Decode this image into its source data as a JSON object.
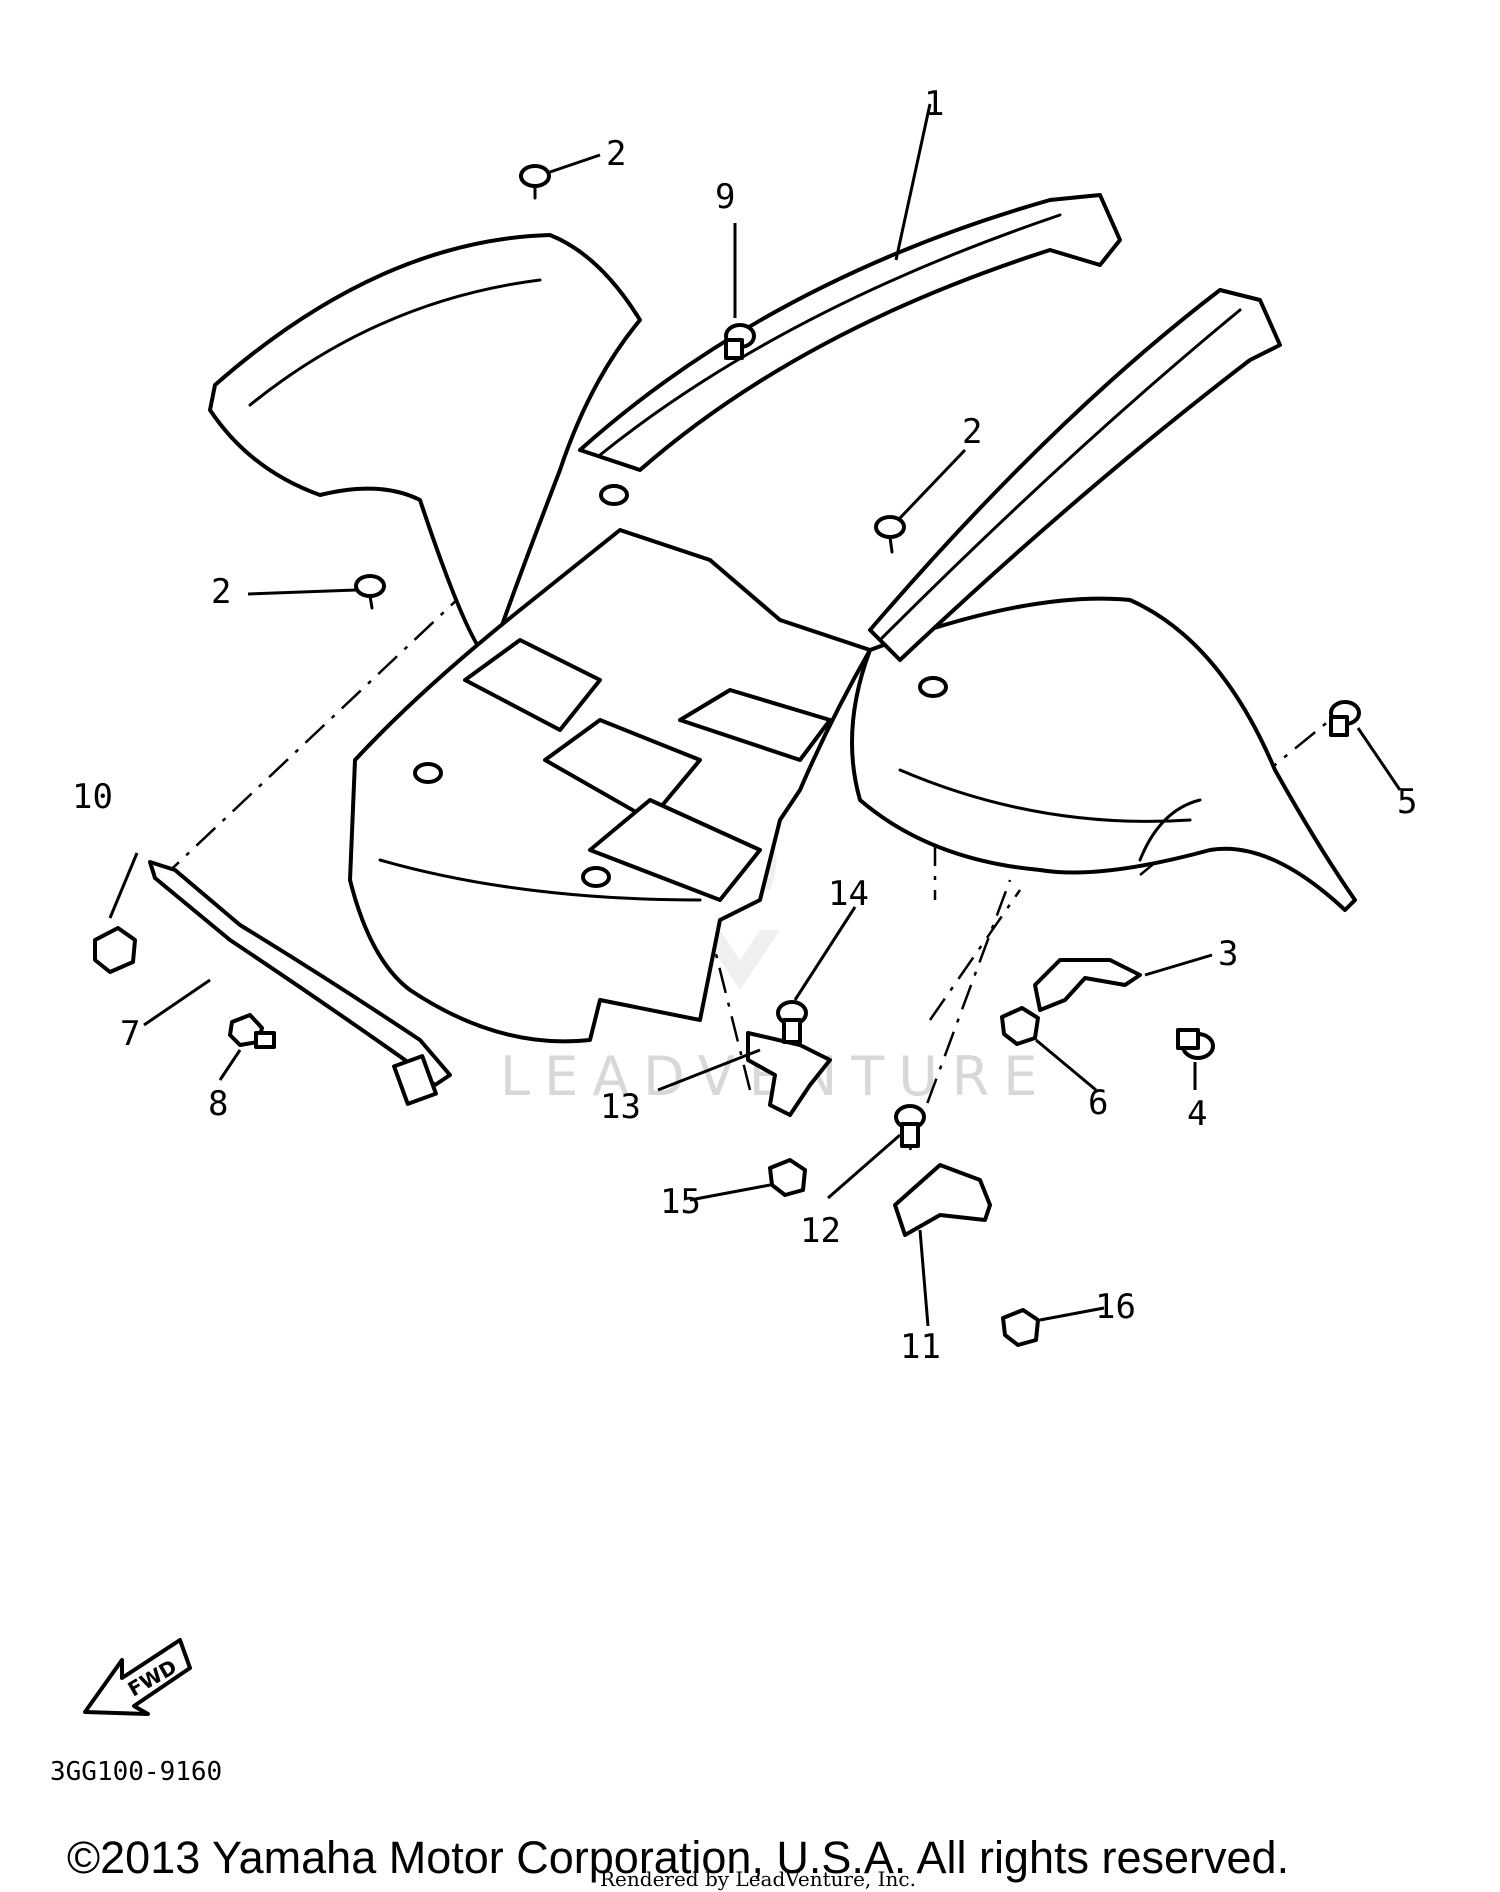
{
  "callouts": {
    "c1": "1",
    "c2a": "2",
    "c2b": "2",
    "c2c": "2",
    "c3": "3",
    "c4": "4",
    "c5": "5",
    "c6": "6",
    "c7": "7",
    "c8": "8",
    "c9": "9",
    "c10": "10",
    "c11": "11",
    "c12": "12",
    "c13": "13",
    "c14": "14",
    "c15": "15",
    "c16": "16"
  },
  "fwd_label": "FWD",
  "diagram_code": "3GG100-9160",
  "copyright": "©2013 Yamaha Motor Corporation, U.S.A. All rights reserved.",
  "rendered_by": "Rendered by LeadVenture, Inc.",
  "watermark": "LEADVENTURE"
}
